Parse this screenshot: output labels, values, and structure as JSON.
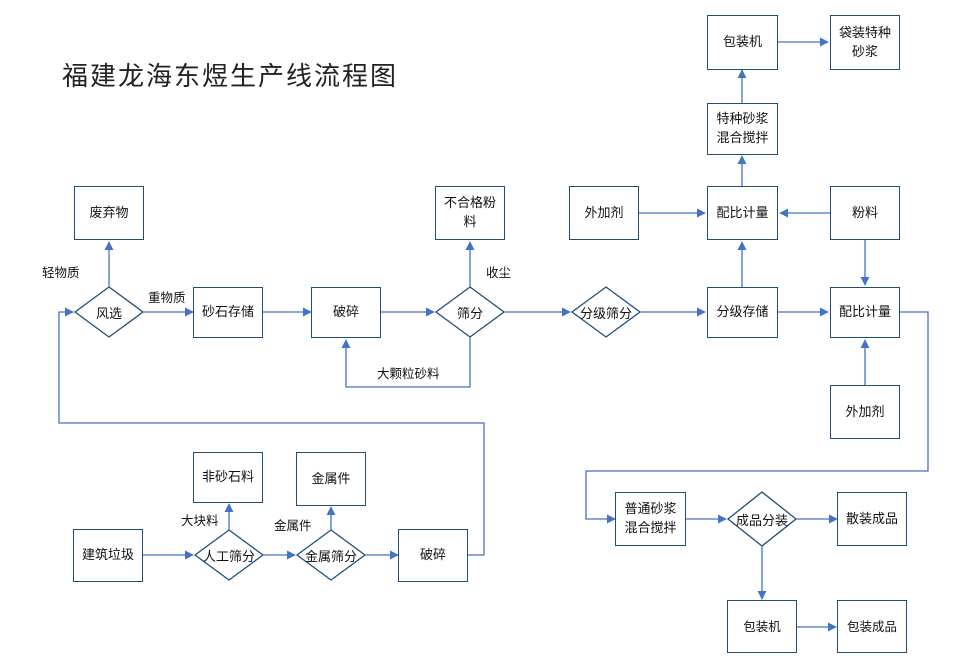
{
  "title": "福建龙海东煜生产线流程图",
  "nodes": {
    "baozhuangji_top": "包装机",
    "daizhuang": "袋装特种\n砂浆",
    "tezhong_mix": "特种砂浆\n混合搅拌",
    "waijiaji_1": "外加剂",
    "peibi_1": "配比计量",
    "fenliao": "粉料",
    "feiqiwu": "废弃物",
    "buhege": "不合格粉\n料",
    "fengxuan": "风选",
    "shashi": "砂石存储",
    "posui_1": "破碎",
    "shaifen": "筛分",
    "fenji_shaifen": "分级筛分",
    "fenji_cunchu": "分级存储",
    "peibi_2": "配比计量",
    "waijiaji_2": "外加剂",
    "feishashi": "非砂石料",
    "jinshujian": "金属件",
    "jianzhu": "建筑垃圾",
    "rengong": "人工筛分",
    "jinshu_shaifen": "金属筛分",
    "posui_2": "破碎",
    "putong_mix": "普通砂浆\n混合搅拌",
    "chengpin_fenzhuang": "成品分装",
    "sanzhuang": "散装成品",
    "baozhuangji_bottom": "包装机",
    "baozhuang_chengpin": "包装成品"
  },
  "edge_labels": {
    "qingwuzhi": "轻物质",
    "zhongwuzhi": "重物质",
    "shouchen": "收尘",
    "dakeli": "大颗粒砂料",
    "dakuailiao": "大块料",
    "jinshujian": "金属件"
  },
  "colors": {
    "line": "#4472c4",
    "border": "#1f4e79",
    "arrow": "#4472c4"
  }
}
